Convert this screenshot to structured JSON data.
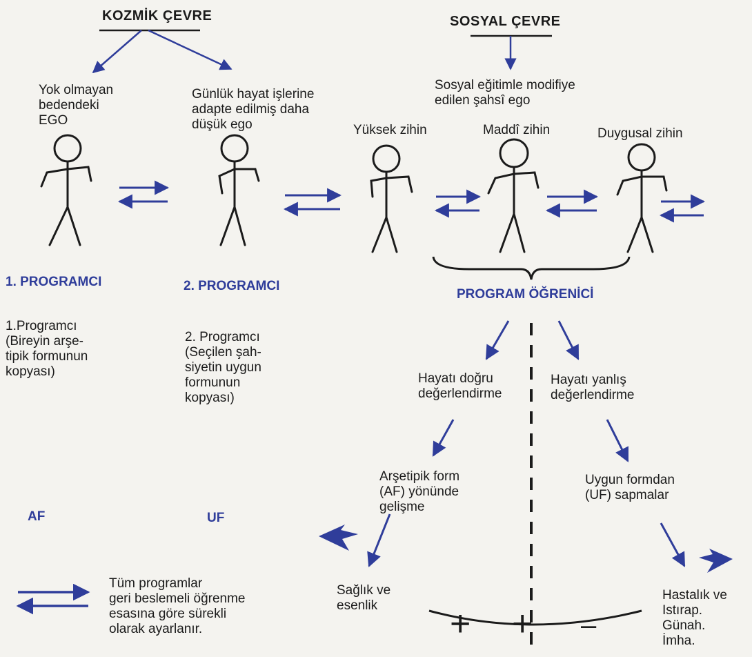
{
  "headers": {
    "cosmic": "KOZMİK ÇEVRE",
    "social": "SOSYAL ÇEVRE"
  },
  "figures": {
    "ego": "Yok olmayan\nbedendeki\nEGO",
    "lower_ego": "Günlük hayat işlerine\nadapte edilmiş daha\ndüşük ego",
    "social_ego": "Sosyal eğitimle modifiye\nedilen şahsî ego",
    "higher_mind": "Yüksek zihin",
    "material_mind": "Maddî zihin",
    "emotional_mind": "Duygusal zihin"
  },
  "programmers": {
    "p1_title": "1. PROGRAMCI",
    "p1_desc": "1.Programcı\n(Bireyin arşe-\ntipik formunun\nkopyası)",
    "p2_title": "2. PROGRAMCI",
    "p2_desc": "2. Programcı\n(Seçilen şah-\nsiyetin uygun\nformunun\nkopyası)",
    "learner_title": "PROGRAM ÖĞRENİCİ"
  },
  "branches": {
    "correct": "Hayatı doğru\ndeğerlendirme",
    "wrong": "Hayatı yanlış\ndeğerlendirme",
    "af_dev": "Arşetipik form\n(AF) yönünde\ngelişme",
    "uf_dev": "Uygun formdan\n(UF) sapmalar",
    "health": "Sağlık ve\nesenlik",
    "illness": "Hastalık ve\nIstırap.\nGünah.\nİmha."
  },
  "labels": {
    "af": "AF",
    "uf": "UF",
    "plus": "+",
    "minus": "–"
  },
  "legend": {
    "text": "Tüm programlar\ngeri beslemeli öğrenme\nesasına göre sürekli\nolarak ayarlanır."
  },
  "colors": {
    "ink": "#1b1b1b",
    "blue": "#2f3d9a",
    "paper": "#f4f3ef"
  }
}
